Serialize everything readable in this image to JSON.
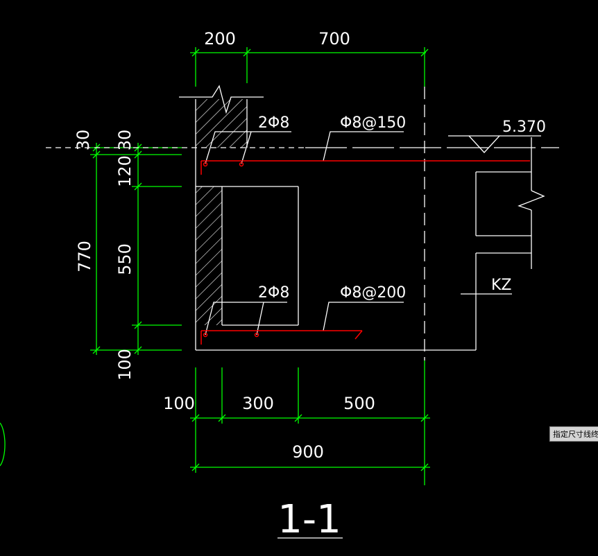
{
  "drawing": {
    "title": "1-1",
    "colors": {
      "background": "#000000",
      "dimension": "#00ff00",
      "outline": "#ffffff",
      "rebar": "#ff0000"
    },
    "dims": {
      "top_left": "200",
      "top_right": "700",
      "left_770": "770",
      "left_30a": "30",
      "left_30b": "30",
      "left_120": "120",
      "left_550": "550",
      "left_100": "100",
      "bottom_100": "100",
      "bottom_300": "300",
      "bottom_500": "500",
      "bottom_900": "900"
    },
    "notes": {
      "top_bars": "2Φ8",
      "top_dist": "Φ8@150",
      "bottom_bars": "2Φ8",
      "bottom_dist": "Φ8@200",
      "elevation": "5.370",
      "column": "KZ"
    }
  },
  "status": {
    "tooltip": "指定尺寸线终点"
  }
}
